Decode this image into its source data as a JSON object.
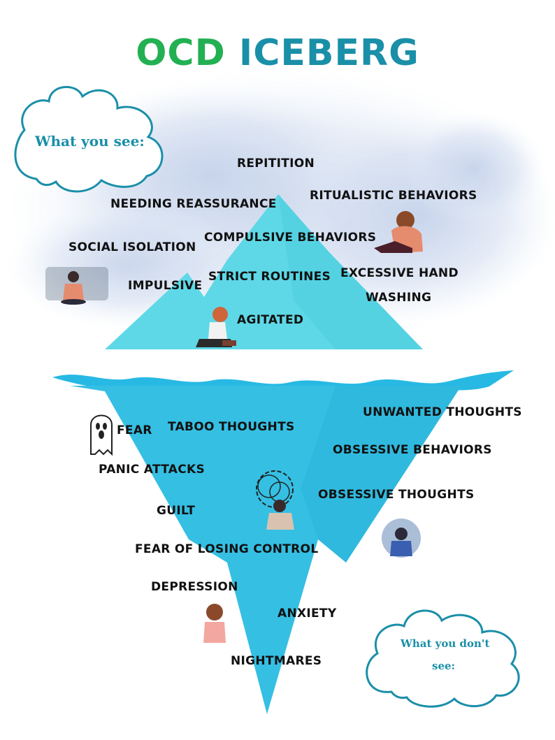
{
  "title": {
    "word1": "OCD",
    "word2": "ICEBERG"
  },
  "clouds": {
    "above": "What you see:",
    "below_line1": "What you don't",
    "below_line2": "see:"
  },
  "above_water": [
    "REPITITION",
    "NEEDING REASSURANCE",
    "RITUALISTIC BEHAVIORS",
    "COMPULSIVE BEHAVIORS",
    "SOCIAL ISOLATION",
    "STRICT ROUTINES",
    "EXCESSIVE HAND",
    "WASHING",
    "IMPULSIVE",
    "AGITATED"
  ],
  "below_water": [
    "UNWANTED THOUGHTS",
    "FEAR",
    "TABOO THOUGHTS",
    "OBSESSIVE BEHAVIORS",
    "PANIC ATTACKS",
    "OBSESSIVE THOUGHTS",
    "GUILT",
    "FEAR OF LOSING CONTROL",
    "DEPRESSION",
    "ANXIETY",
    "NIGHTMARES"
  ],
  "colors": {
    "tip": "#5ed8e6",
    "body": "#33bde0",
    "wave": "#27b9e3",
    "title_green": "#22b053",
    "title_blue": "#1a8fa8"
  }
}
